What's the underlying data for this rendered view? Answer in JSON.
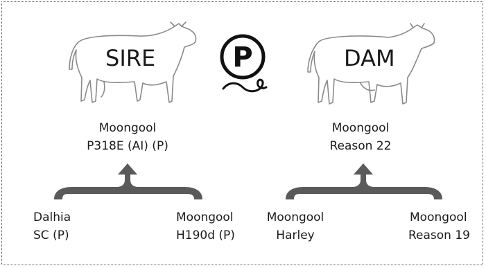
{
  "sire": {
    "label": "SIRE",
    "name_line1": "Moongool",
    "name_line2": "P318E (AI) (P)",
    "parent_left": {
      "line1": "Dalhia",
      "line2": "SC (P)"
    },
    "parent_right": {
      "line1": "Moongool",
      "line2": "H190d (P)"
    }
  },
  "dam": {
    "label": "DAM",
    "name_line1": "Moongool",
    "name_line2": "Reason 22",
    "parent_left": {
      "line1": "Moongool",
      "line2": "Harley"
    },
    "parent_right": {
      "line1": "Moongool",
      "line2": "Reason 19"
    }
  },
  "polled_symbol": {
    "letter": "P",
    "icon": "polled-p-icon"
  },
  "colors": {
    "ink": "#1a1a1a",
    "arrow": "#5a5a5a",
    "outline": "#8a8a8a"
  }
}
